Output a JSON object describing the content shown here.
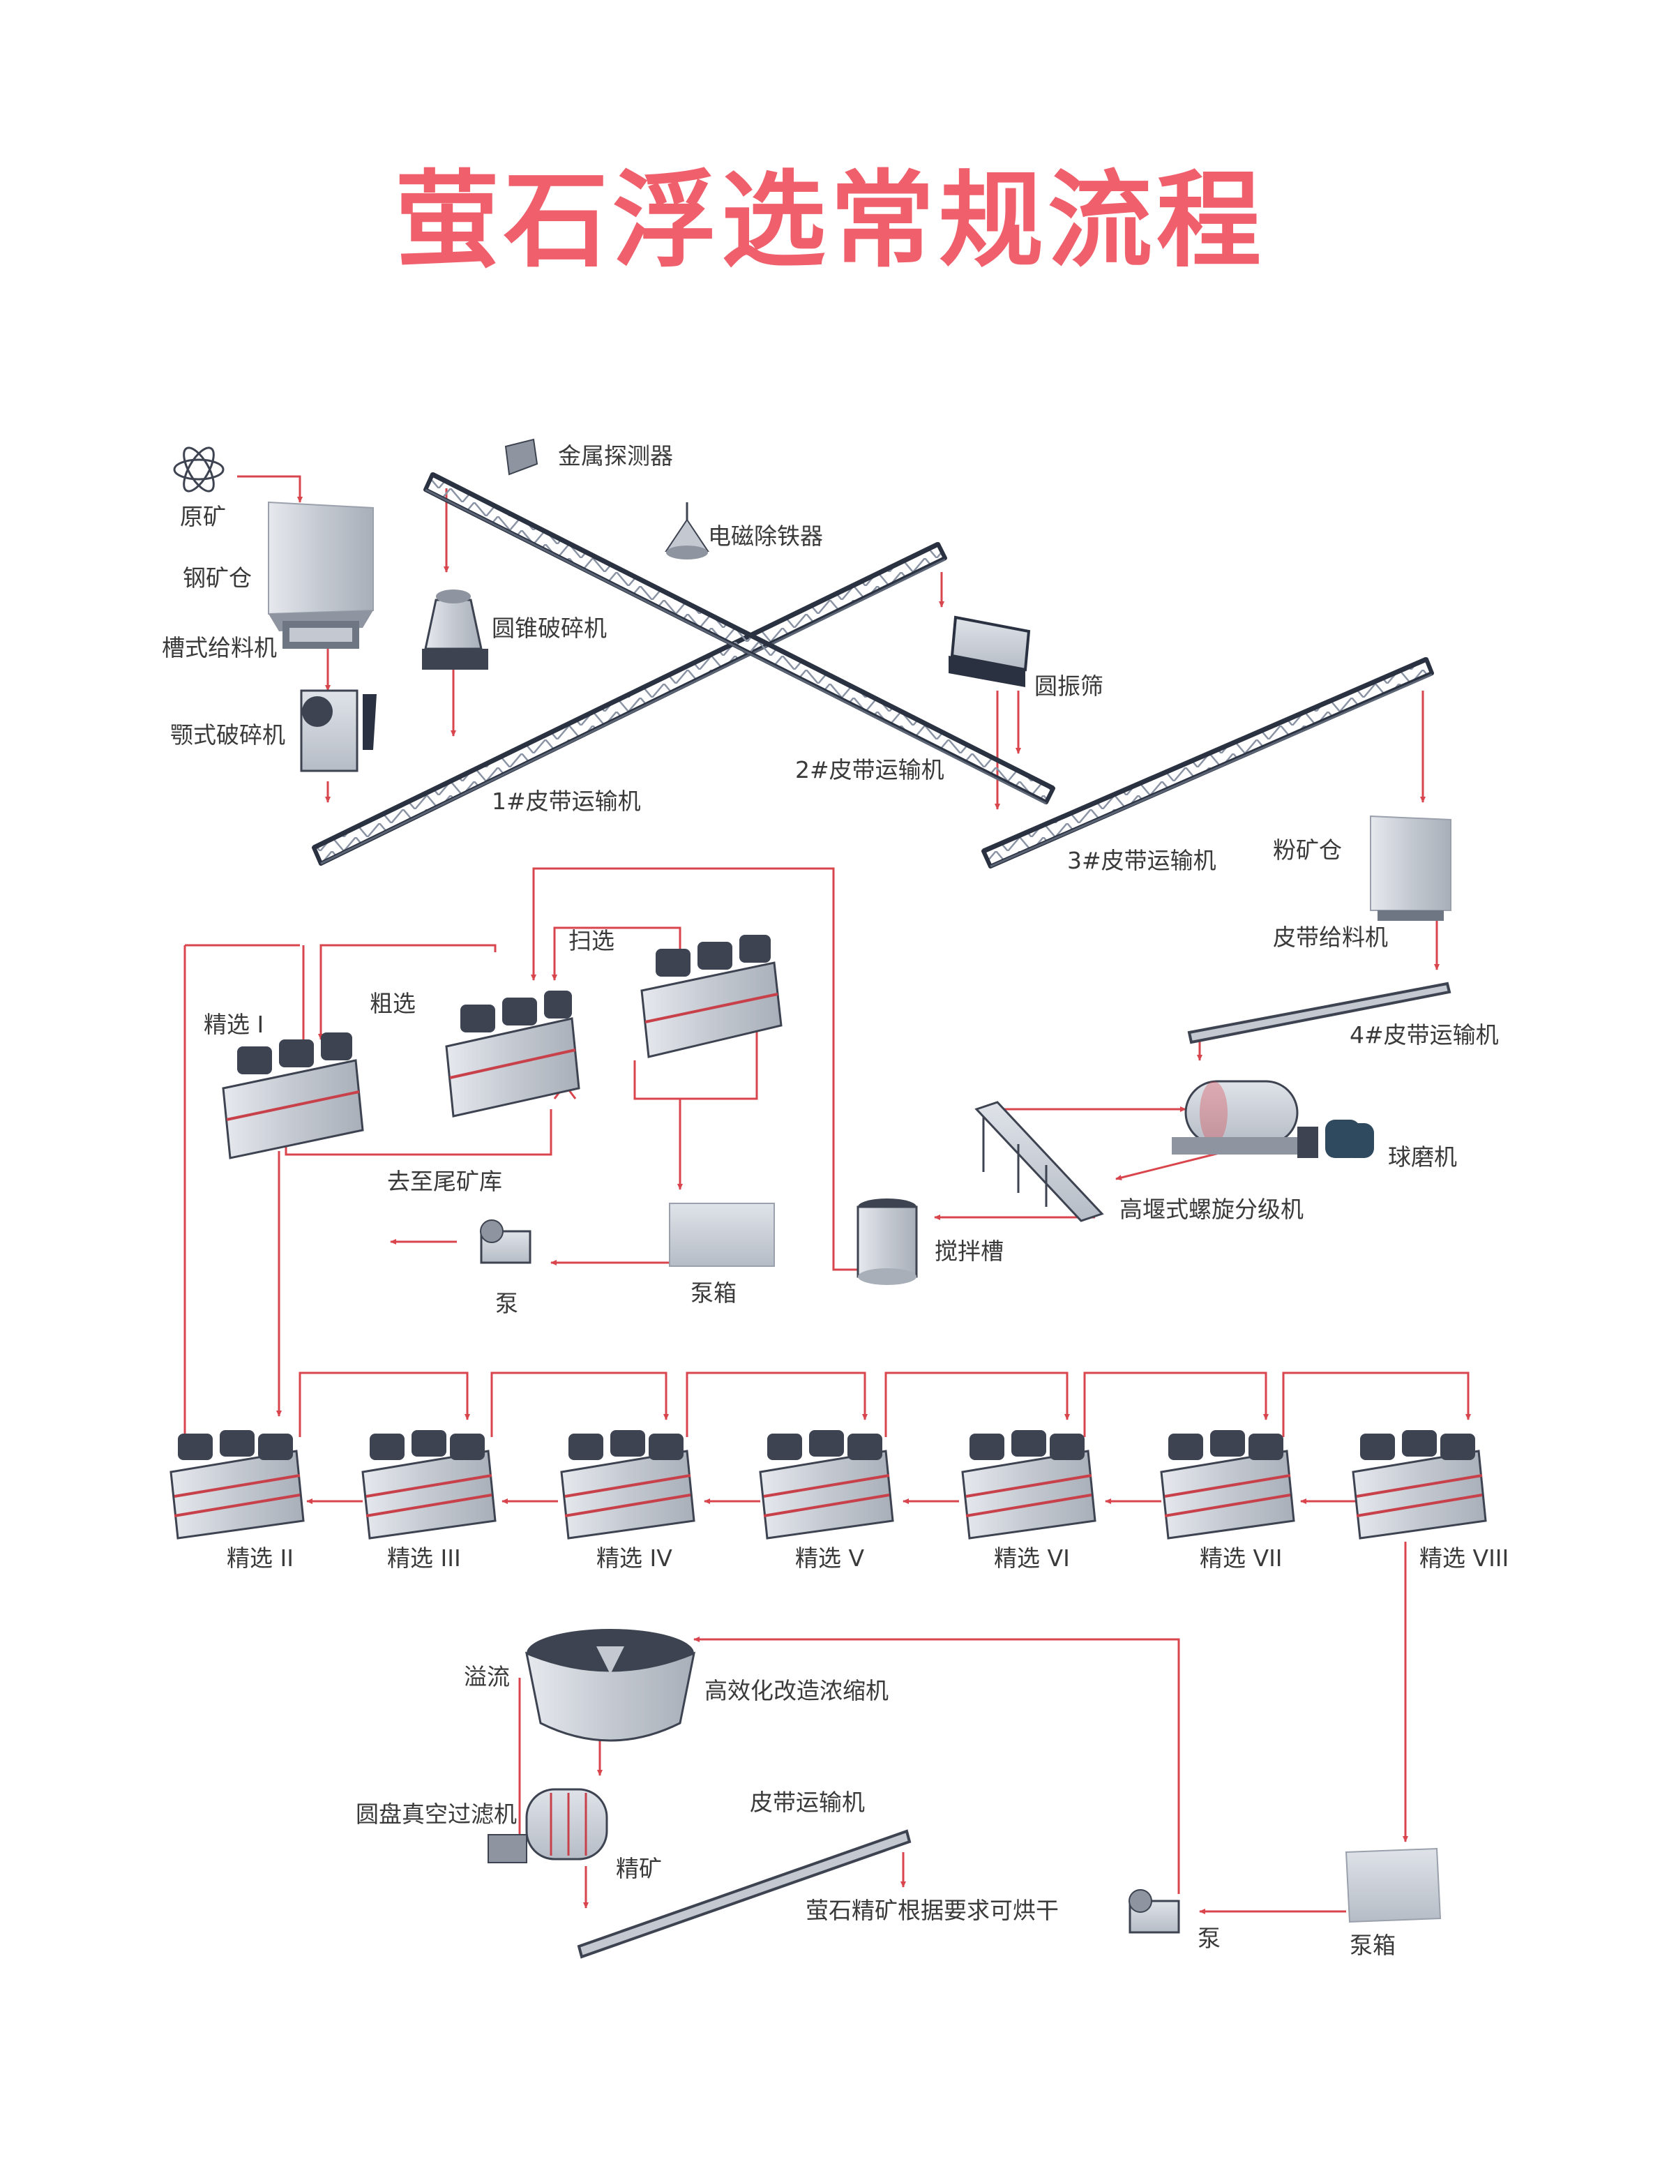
{
  "title": "萤石浮选常规流程",
  "colors": {
    "title": "#f0606c",
    "flow_line": "#d9454d",
    "conveyor_edge": "#2a3140",
    "conveyor_truss": "#8a93a3",
    "machine_body": "#c9ced6",
    "machine_dark": "#3d4350",
    "stripe": "#c8414a"
  },
  "labels": {
    "raw_ore": "原矿",
    "coarse_bin": "钢矿仓",
    "trough_feeder": "槽式给料机",
    "jaw_crusher": "颚式破碎机",
    "metal_detector": "金属探测器",
    "magnetic_separator": "电磁除铁器",
    "cone_crusher": "圆锥破碎机",
    "circular_screen": "圆振筛",
    "conveyor_1": "1#皮带运输机",
    "conveyor_2": "2#皮带运输机",
    "conveyor_3": "3#皮带运输机",
    "fine_bin": "粉矿仓",
    "belt_feeder": "皮带给料机",
    "conveyor_4": "4#皮带运输机",
    "ball_mill": "球磨机",
    "classifier": "高堰式螺旋分级机",
    "agitation_tank": "搅拌槽",
    "scavenging": "扫选",
    "roughing": "粗选",
    "cleaning_1": "精选 I",
    "tailings": "去至尾矿库",
    "pump_1": "泵",
    "pump_box_1": "泵箱",
    "cleaning_2": "精选 II",
    "cleaning_3": "精选 III",
    "cleaning_4": "精选 IV",
    "cleaning_5": "精选 V",
    "cleaning_6": "精选 VI",
    "cleaning_7": "精选 VII",
    "cleaning_8": "精选 VIII",
    "overflow": "溢流",
    "thickener": "高效化改造浓缩机",
    "disc_filter": "圆盘真空过滤机",
    "concentrate": "精矿",
    "belt_conveyor": "皮带运输机",
    "dry_note": "萤石精矿根据要求可烘干",
    "pump_2": "泵",
    "pump_box_2": "泵箱"
  }
}
